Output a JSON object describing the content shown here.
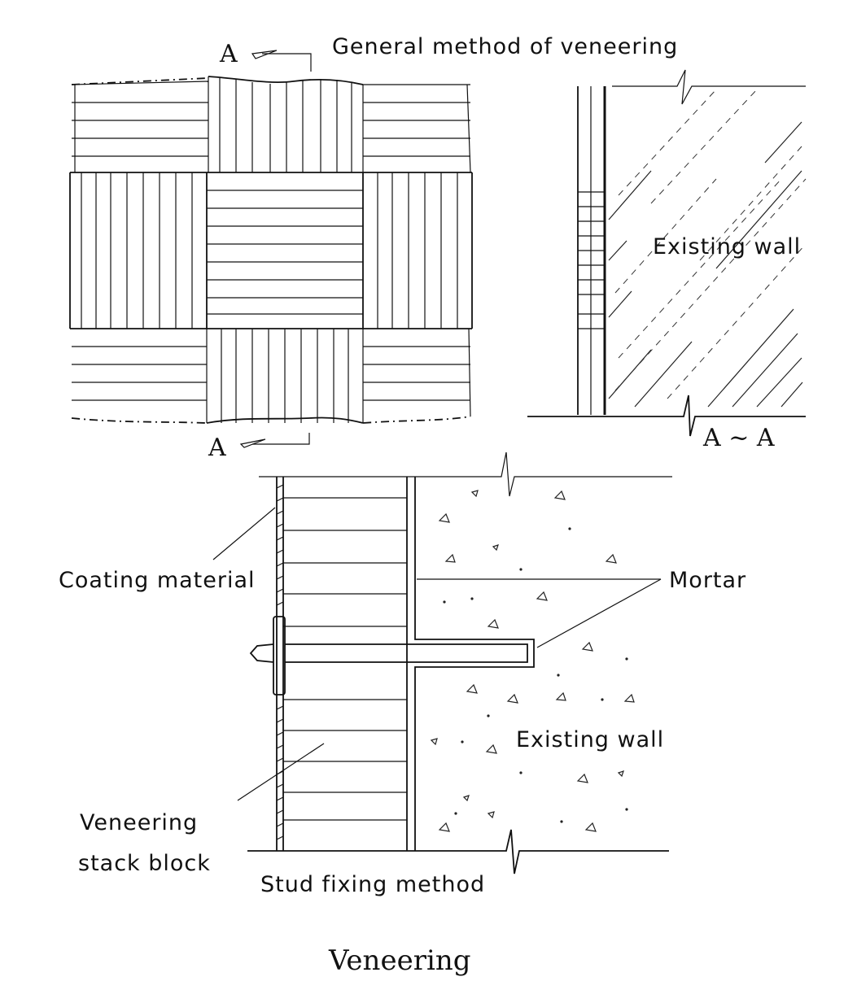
{
  "labels": {
    "general_method": "General method of veneering",
    "section_mark_top": "A",
    "section_mark_bottom": "A",
    "section_title": "A ~ A",
    "existing_wall_top": "Existing wall",
    "coating_material": "Coating material",
    "mortar": "Mortar",
    "existing_wall_bottom": "Existing wall",
    "veneering_stack_line1": "Veneering",
    "veneering_stack_line2": "stack block",
    "stud_fixing_method": "Stud fixing method",
    "caption": "Veneering"
  }
}
